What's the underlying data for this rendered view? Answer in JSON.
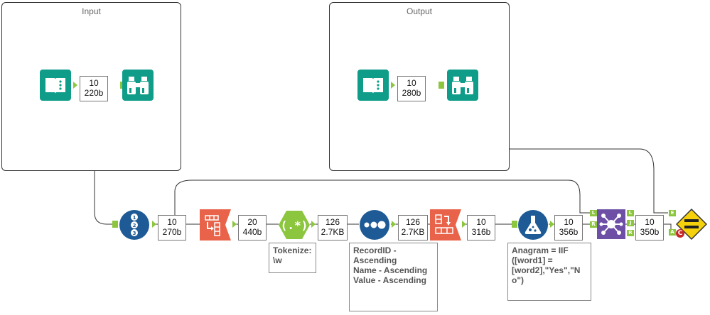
{
  "containers": {
    "input_title": "Input",
    "output_title": "Output"
  },
  "connections": {
    "input_label": [
      "10",
      "220b"
    ],
    "output_label": [
      "10",
      "280b"
    ],
    "c1": [
      "10",
      "270b"
    ],
    "c2": [
      "20",
      "440b"
    ],
    "c3": [
      "126",
      "2.7KB"
    ],
    "c4": [
      "126",
      "2.7KB"
    ],
    "c5": [
      "10",
      "316b"
    ],
    "c6": [
      "10",
      "356b"
    ],
    "c7": [
      "10",
      "350b"
    ]
  },
  "annotations": {
    "tokenize": "Tokenize:\n\\w",
    "sort": "RecordID -\nAscending\nName - Ascending\nValue - Ascending",
    "formula": "Anagram = IIF\n([word1] =\n[word2],\"Yes\",\"N\no\")"
  },
  "anchor_labels": {
    "join_in_l": "L",
    "join_in_r": "R",
    "join_out_l": "L",
    "join_out_j": "J",
    "join_out_r": "R",
    "test_e": "E",
    "test_a": "A",
    "test_c": "C"
  },
  "colors": {
    "teal": "#0f9d8a",
    "navy": "#1d5a96",
    "orange": "#e8634a",
    "green": "#8cc63f",
    "purple": "#6d4fa6",
    "yellow": "#f5d10b"
  },
  "icons": [
    "input-book-icon",
    "browse-binoculars-icon",
    "record-id-icon",
    "transpose-icon",
    "regex-icon",
    "tile-dots-icon",
    "sort-icon",
    "formula-flask-icon",
    "join-icon",
    "test-equal-icon"
  ]
}
